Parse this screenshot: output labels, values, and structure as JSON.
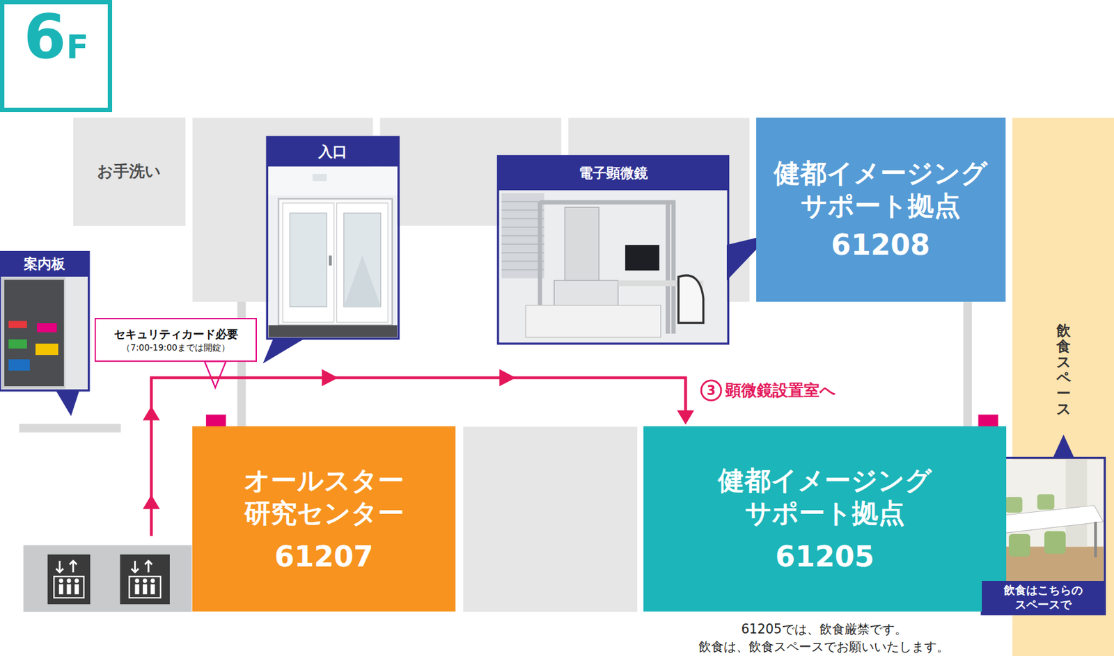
{
  "diagram": {
    "nodes": [
      {
        "text": [
          "6",
          "F"
        ]
      },
      {
        "text": [
          "お手洗い"
        ]
      },
      {
        "text": [
          "入口"
        ]
      },
      {
        "text": [
          "電子顕微鏡"
        ]
      },
      {
        "text": [
          "健都イメージング サポート拠点",
          "61208"
        ]
      },
      {
        "text": [
          "飲食スペース"
        ]
      },
      {
        "text": [
          "案内板"
        ]
      },
      {
        "text": [
          "セキュリティカード必要",
          "（7:00-19:00までは開錠）"
        ]
      },
      {
        "text": [
          "オールスター 研究センター",
          "61207"
        ]
      },
      {
        "text": [
          "健都イメージング サポート拠点",
          "61205"
        ]
      },
      {
        "text": [
          "飲食はこちらの スペースで"
        ]
      }
    ],
    "labels": [
      "3",
      "顕微鏡設置室へ",
      "61205では、飲食厳禁です。",
      "飲食は、飲食スペースでお願いいたします。"
    ]
  }
}
